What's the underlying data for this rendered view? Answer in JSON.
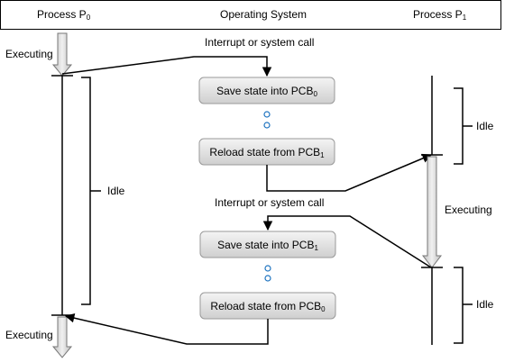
{
  "header": {
    "process_p0": "Process P",
    "process_p0_sub": "0",
    "operating_system": "Operating System",
    "process_p1": "Process P",
    "process_p1_sub": "1"
  },
  "labels": {
    "executing_top": "Executing",
    "executing_bottom": "Executing",
    "executing_p1": "Executing",
    "idle_p0": "Idle",
    "idle_p1_top": "Idle",
    "idle_p1_bottom": "Idle",
    "interrupt_1": "Interrupt or system call",
    "interrupt_2": "Interrupt or system call"
  },
  "boxes": [
    {
      "text": "Save state into PCB",
      "sub": "0"
    },
    {
      "text": "Reload state from PCB",
      "sub": "1"
    },
    {
      "text": "Save state into PCB",
      "sub": "1"
    },
    {
      "text": "Reload state from PCB",
      "sub": "0"
    }
  ],
  "colors": {
    "box_fill_top": "#f2f2f2",
    "box_fill_bottom": "#d0d0d0",
    "box_stroke": "#9a9a9a",
    "dot_stroke": "#1f74c0",
    "arrow_fill": "#d9d9d9",
    "line": "#000000"
  }
}
